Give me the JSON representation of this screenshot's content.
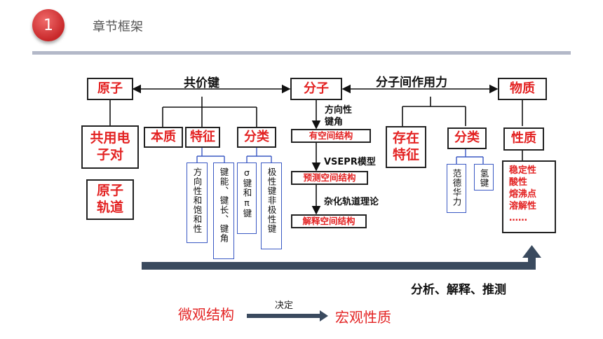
{
  "header": {
    "chapter_number": "1",
    "chapter_title": "章节框架"
  },
  "diagram": {
    "yuanzi": "原子",
    "gongjiajian": "共价键",
    "fenzi": "分子",
    "fenzijian": "分子间作用力",
    "wuzhi": "物质",
    "gongyong_l1": "共用电",
    "gongyong_l2": "子对",
    "guidao_l1": "原子",
    "guidao_l2": "轨道",
    "benzhi": "本质",
    "tezheng": "特征",
    "fenlei1": "分类",
    "fangxiang_sub": "方向性",
    "jianjiao_sub": "键角",
    "youkongjian": "有空间结构",
    "vsepr": "VSEPR模型",
    "yuce": "预测空间结构",
    "zahua": "杂化轨道理论",
    "jieshi": "解释空间结构",
    "cunzai_l1": "存在",
    "cunzai_l2": "特征",
    "fenlei2": "分类",
    "xingzhi": "性质",
    "v_fangxiang": "方向性和饱和性",
    "v_jianneng": "键能、键长、键角",
    "v_sigma": "σ键和π键",
    "v_jixing": "极性键非极性键",
    "v_fande": "范德华力",
    "v_qing": "氢键",
    "props": [
      "稳定性",
      "酸性",
      "熔沸点",
      "溶解性",
      "……"
    ],
    "analysis": "分析、解释、推测"
  },
  "bottom": {
    "micro": "微观结构",
    "decide": "决定",
    "macro": "宏观性质"
  },
  "colors": {
    "accent_red": "#e32222",
    "badge_red": "#d03030",
    "box_blue": "#3a59c4",
    "arrow_dark": "#3a4a5e",
    "header_line": "#b3b8c8"
  }
}
